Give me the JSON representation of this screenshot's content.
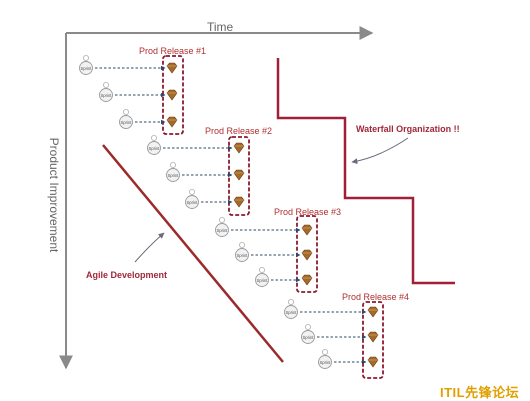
{
  "axes": {
    "x_title": "Time",
    "y_title": "Product Improvement"
  },
  "labels": {
    "waterfall": "Waterfall Organization !!",
    "agile": "Agile Development"
  },
  "releases": [
    {
      "title": "Prod Release #1",
      "sprint_label": "Sprint"
    },
    {
      "title": "Prod Release #2",
      "sprint_label": "Sprint"
    },
    {
      "title": "Prod Release #3",
      "sprint_label": "Sprint"
    },
    {
      "title": "Prod Release #4",
      "sprint_label": "Sprint"
    }
  ],
  "watermark": "ITIL先锋论坛",
  "icons": {
    "sprint": "sprint-cycle-icon",
    "deliverable": "gem-icon"
  },
  "colors": {
    "axis": "#8a8a8a",
    "agile_line": "#9c2a2a",
    "waterfall_line": "#a0203a",
    "release_box": "#8b1a2e",
    "arrow": "#2a4a6a",
    "gem": "#a36a2a",
    "release_text": "#b03030",
    "watermark": "#e0a000"
  }
}
